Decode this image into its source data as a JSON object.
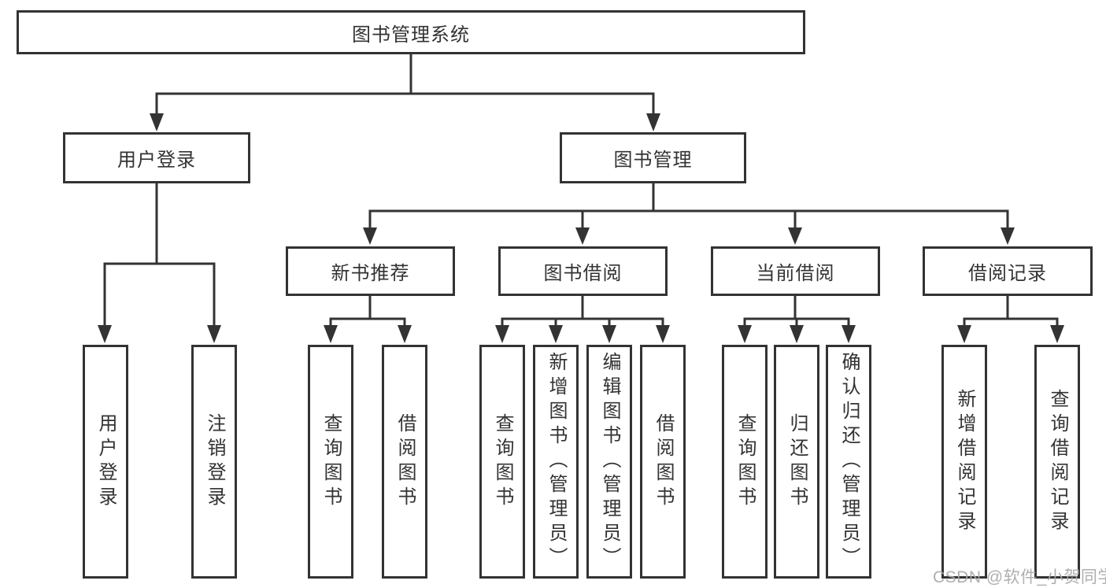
{
  "diagram": {
    "title_node": "图书管理系统",
    "tree": {
      "root": {
        "label": "图书管理系统"
      },
      "level1": [
        {
          "label": "用户登录"
        },
        {
          "label": "图书管理"
        }
      ],
      "level2": [
        {
          "label": "新书推荐"
        },
        {
          "label": "图书借阅"
        },
        {
          "label": "当前借阅"
        },
        {
          "label": "借阅记录"
        }
      ],
      "leaves": {
        "user_login": [
          "用户登录",
          "注销登录"
        ],
        "new_book_recommend": [
          "查询图书",
          "借阅图书"
        ],
        "book_borrow": [
          "查询图书",
          "新增图书（管理员）",
          "编辑图书（管理员）",
          "借阅图书"
        ],
        "current_borrow": [
          "查询图书",
          "归还图书",
          "确认归还（管理员）"
        ],
        "borrow_records": [
          "新增借阅记录",
          "查询借阅记录"
        ]
      }
    },
    "colors": {
      "line": "#333333",
      "text": "#333333",
      "background": "#ffffff",
      "watermark": "#a8a8a8"
    }
  },
  "watermark": {
    "text": "CSDN @软件_小贺同学"
  }
}
